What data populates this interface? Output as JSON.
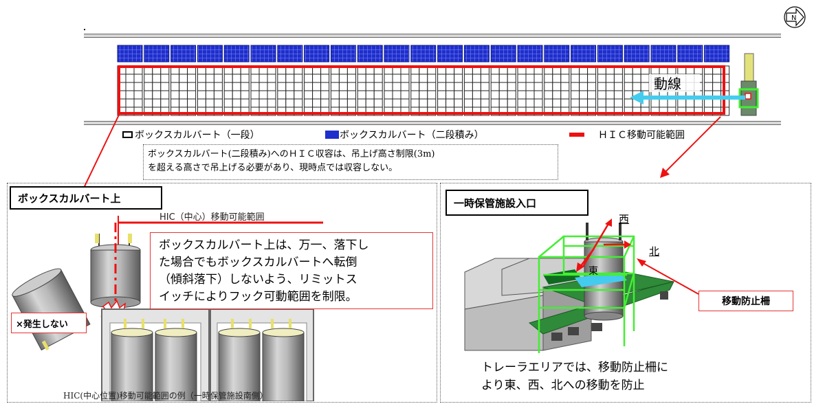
{
  "header": {
    "compass_letter": "N"
  },
  "legend": {
    "single": "ボックスカルバート（一段）",
    "double": "ボックスカルバート（二段積み）",
    "hic_range": "ＨＩＣ移動可能範囲"
  },
  "plan": {
    "route_label": "動線"
  },
  "note": {
    "line1": "ボックスカルバート(二段積み)へのＨＩＣ収容は、吊上げ高さ制限(3m)",
    "line2": "を超える高さで吊上げる必要があり、現時点では収容しない。"
  },
  "left_panel": {
    "title": "ボックスカルバート上",
    "range_label": "HIC（中心）移動可能範囲",
    "callout": [
      "ボックスカルバート上は、万一、落下し",
      "た場合でもボックスカルバートへ転倒",
      "（傾斜落下）しないよう、リミットス",
      "イッチによりフック可動範囲を制限。"
    ],
    "not_occur": "×発生しない",
    "caption": "HIC(中心位置)移動可能範囲の例（一時保管施設南側）"
  },
  "right_panel": {
    "title": "一時保管施設入口",
    "dir_west": "西",
    "dir_north": "北",
    "dir_east": "東",
    "fence_label": "移動防止柵",
    "caption_line1": "トレーラエリアでは、移動防止柵に",
    "caption_line2": "より東、西、北への移動を防止"
  },
  "colors": {
    "red": "#ee1111",
    "blue_block": "#2233cc",
    "cyan_arrow": "#44ccee",
    "green_fence": "#44ee33"
  }
}
